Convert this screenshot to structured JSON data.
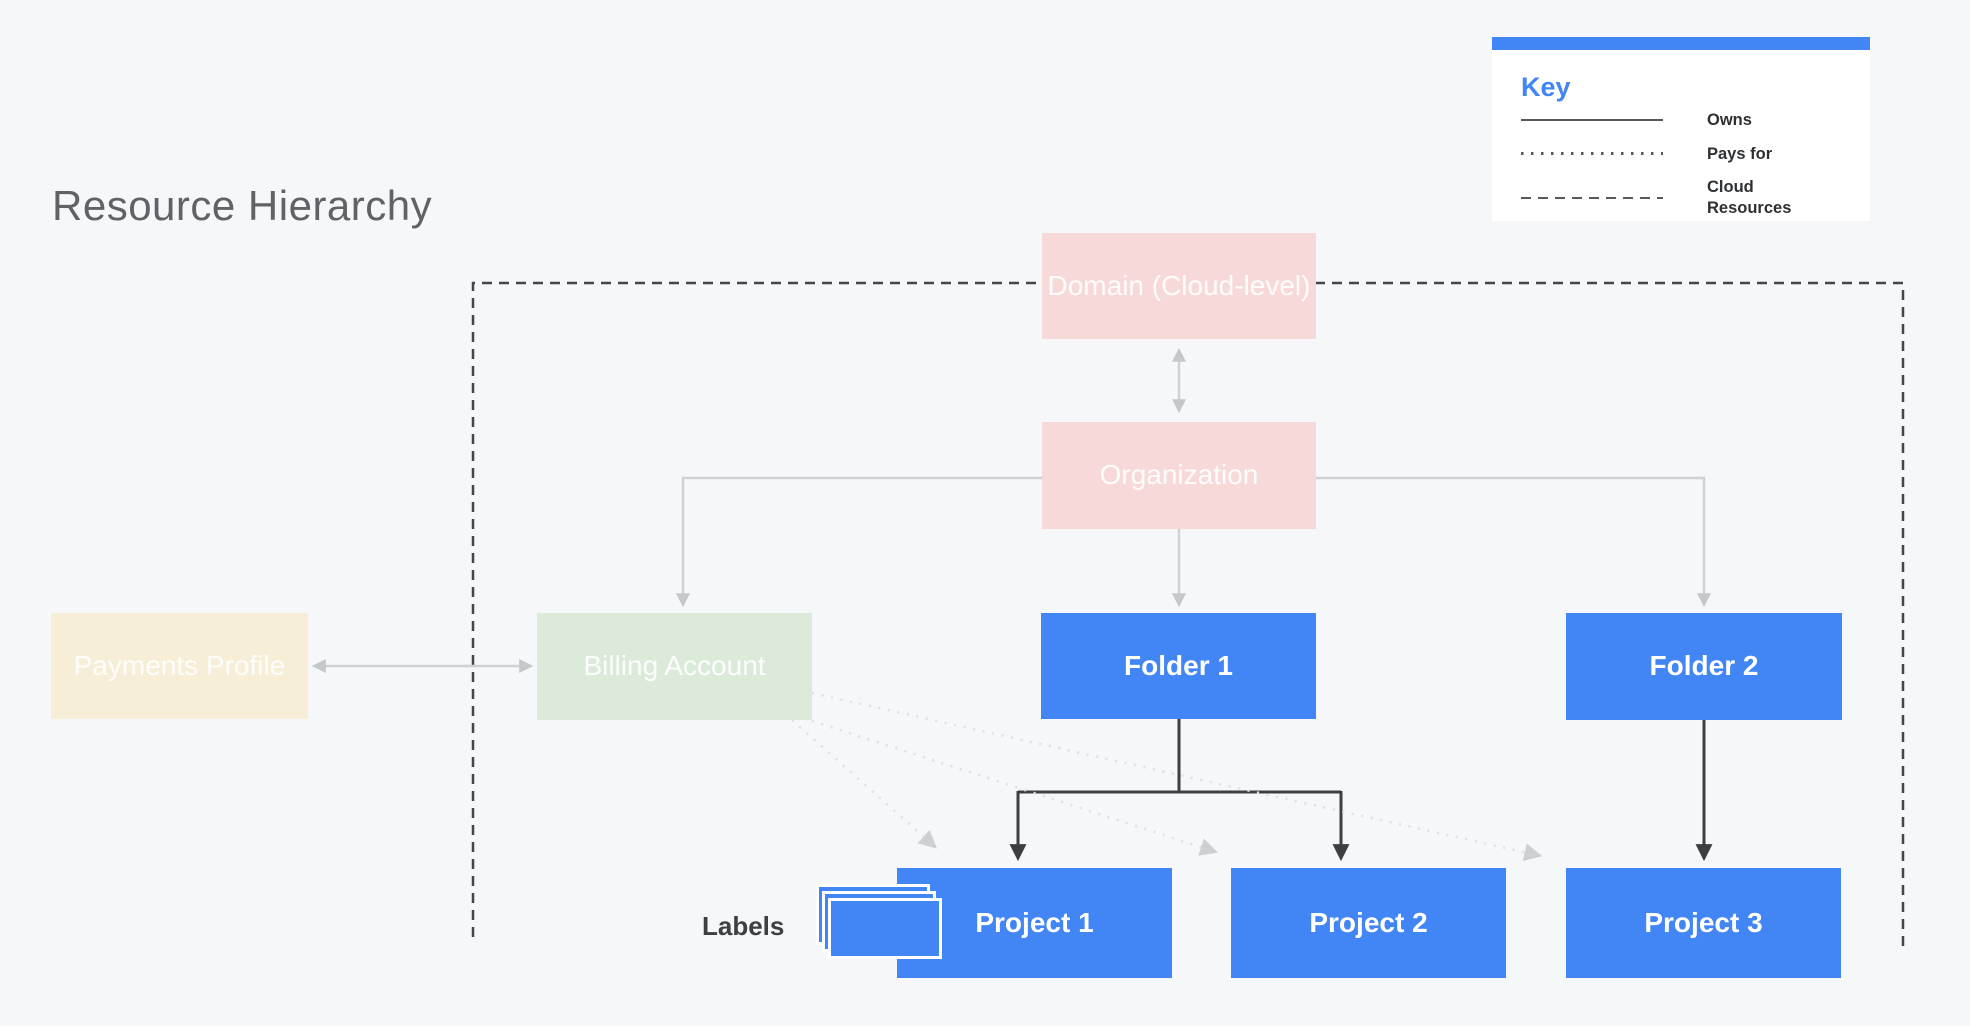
{
  "title": "Resource Hierarchy",
  "key": {
    "heading": "Key",
    "items": [
      {
        "label": "Owns",
        "line_style": "solid"
      },
      {
        "label": "Pays for",
        "line_style": "dotted"
      },
      {
        "label": "Cloud Resources",
        "line_style": "dashed"
      }
    ]
  },
  "nodes": {
    "domain": "Domain (Cloud-level)",
    "organization": "Organization",
    "payments_profile": "Payments Profile",
    "billing_account": "Billing Account",
    "folder_1": "Folder 1",
    "folder_2": "Folder 2",
    "project_1": "Project 1",
    "project_2": "Project 2",
    "project_3": "Project 3"
  },
  "labels_caption": "Labels",
  "edges": [
    {
      "from": "domain",
      "to": "organization",
      "type": "owns",
      "bidirectional": true
    },
    {
      "from": "payments_profile",
      "to": "billing_account",
      "type": "owns",
      "bidirectional": true
    },
    {
      "from": "organization",
      "to": "billing_account",
      "type": "owns"
    },
    {
      "from": "organization",
      "to": "folder_1",
      "type": "owns"
    },
    {
      "from": "organization",
      "to": "folder_2",
      "type": "owns"
    },
    {
      "from": "folder_1",
      "to": "project_1",
      "type": "owns"
    },
    {
      "from": "folder_1",
      "to": "project_2",
      "type": "owns"
    },
    {
      "from": "folder_2",
      "to": "project_3",
      "type": "owns"
    },
    {
      "from": "billing_account",
      "to": "project_1",
      "type": "pays_for"
    },
    {
      "from": "billing_account",
      "to": "project_2",
      "type": "pays_for"
    },
    {
      "from": "billing_account",
      "to": "project_3",
      "type": "pays_for"
    }
  ],
  "regions": [
    {
      "name": "cloud_resources_boundary",
      "style": "dashed"
    }
  ],
  "colors": {
    "background": "#f5f7f9",
    "accent_blue": "#4285f4",
    "node_pink": "#f8d9da",
    "node_green": "#dbead9",
    "node_cream": "#f7eed8",
    "dark_line": "#3c4043",
    "gray_line": "#c5c8cb",
    "dotted_line": "#dfe1e4",
    "title_gray": "#5f6368"
  }
}
